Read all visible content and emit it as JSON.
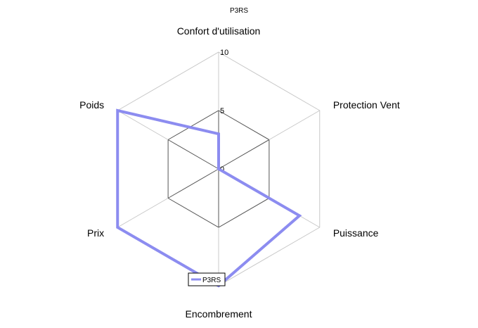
{
  "chart_data": {
    "type": "radar",
    "title": "P3RS",
    "axes": [
      "Confort d'utilisation",
      "Protection Vent",
      "Puissance",
      "Encombrement",
      "Prix",
      "Poids"
    ],
    "radial_ticks": [
      "0",
      "5",
      "10"
    ],
    "rlim": [
      0,
      10
    ],
    "grid": true,
    "legend_position": "bottom-center",
    "series": [
      {
        "name": "P3RS",
        "values": [
          3,
          0,
          8,
          10,
          10,
          10
        ],
        "color": "#8c8cf0"
      }
    ],
    "colors": {
      "grid_outer": "#c8c8c8",
      "grid_inner": "#555555",
      "text": "#000000"
    }
  }
}
